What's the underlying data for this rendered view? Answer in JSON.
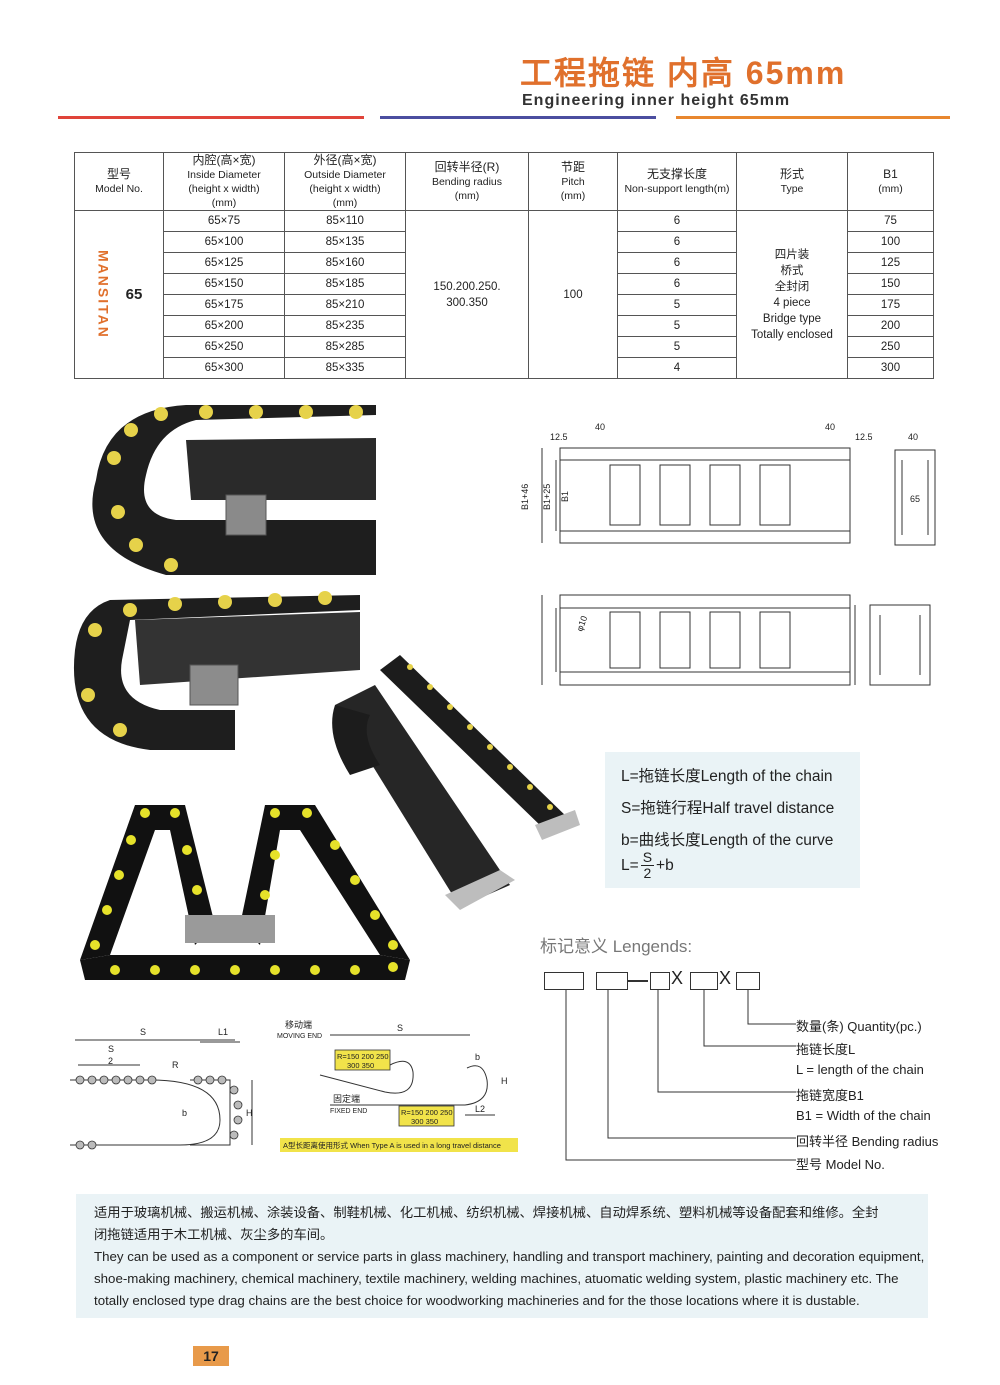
{
  "header": {
    "title_cn": "工程拖链  内高 65mm",
    "title_en": "Engineering inner height 65mm",
    "line_colors": [
      "#e0443a",
      "#4b4ea0",
      "#e8872e"
    ]
  },
  "table": {
    "headers": [
      {
        "cn": "型号",
        "en": "Model No.",
        "en2": ""
      },
      {
        "cn": "内腔(高×宽)",
        "en": "Inside Diameter",
        "en2": "(height x width)",
        "en3": "(mm)"
      },
      {
        "cn": "外径(高×宽)",
        "en": "Outside Diameter",
        "en2": "(height x width)",
        "en3": "(mm)"
      },
      {
        "cn": "回转半径(R)",
        "en": "Bending radius",
        "en2": "(mm)"
      },
      {
        "cn": "节距",
        "en": "Pitch",
        "en2": "(mm)"
      },
      {
        "cn": "无支撑长度",
        "en": "Non-support length(m)",
        "en2": ""
      },
      {
        "cn": "形式",
        "en": "Type",
        "en2": ""
      },
      {
        "cn": "B1",
        "en": "(mm)",
        "en2": ""
      }
    ],
    "brand": "MANSITAN",
    "model": "65",
    "bending_radius": [
      "150.200.250.",
      "300.350"
    ],
    "pitch": "100",
    "type_lines": [
      "四片装",
      "桥式",
      "全封闭",
      "4 piece",
      "Bridge type",
      "Totally enclosed"
    ],
    "rows": [
      {
        "inside": "65×75",
        "outside": "85×110",
        "support": "6",
        "b1": "75"
      },
      {
        "inside": "65×100",
        "outside": "85×135",
        "support": "6",
        "b1": "100"
      },
      {
        "inside": "65×125",
        "outside": "85×160",
        "support": "6",
        "b1": "125"
      },
      {
        "inside": "65×150",
        "outside": "85×185",
        "support": "6",
        "b1": "150"
      },
      {
        "inside": "65×175",
        "outside": "85×210",
        "support": "5",
        "b1": "175"
      },
      {
        "inside": "65×200",
        "outside": "85×235",
        "support": "5",
        "b1": "200"
      },
      {
        "inside": "65×250",
        "outside": "85×285",
        "support": "5",
        "b1": "250"
      },
      {
        "inside": "65×300",
        "outside": "85×335",
        "support": "4",
        "b1": "300"
      }
    ]
  },
  "formulas": {
    "l": "L=拖链长度Length of the chain",
    "s": "S=拖链行程Half travel distance",
    "b": "b=曲线长度Length of the curve",
    "eq_left": "L=",
    "eq_num": "S",
    "eq_den": "2",
    "eq_right": "+b"
  },
  "legend": {
    "title": "标记意义 Lengends:",
    "items": [
      "数量(条) Quantity(pc.)",
      "拖链长度L",
      "L = length of the chain",
      "拖链宽度B1",
      "B1 = Width of the chain",
      "回转半径 Bending radius",
      "型号 Model No."
    ]
  },
  "drawings": {
    "dims": [
      "12.5",
      "40",
      "40",
      "12.5",
      "40",
      "65",
      "B1+46",
      "B1+25",
      "B1",
      "φ10"
    ],
    "diagram_left": {
      "s": "S",
      "s2": "S",
      "two": "2",
      "l1": "L1",
      "r": "R",
      "b": "b",
      "h": "H"
    },
    "diagram_right": {
      "moving_cn": "移动端",
      "moving_en": "MOVING END",
      "fixed_cn": "固定端",
      "fixed_en": "FIXED END",
      "r_label_1": "R=150 200 250",
      "r_label_2": "300 350",
      "s": "S",
      "l2": "L2",
      "b": "b",
      "h": "H",
      "note": "A型长距离使用形式  When Type A is used in a long travel distance"
    }
  },
  "description": {
    "cn1": "适用于玻璃机械、搬运机械、涂装设备、制鞋机械、化工机械、纺织机械、焊接机械、自动焊系统、塑料机械等设备配套和维修。全封",
    "cn2": "闭拖链适用于木工机械、灰尘多的车间。",
    "en1": "They can be used as a component or service parts in glass machinery, handling and transport machinery, painting and decoration equipment,",
    "en2": "shoe-making machinery, chemical machinery, textile machinery, welding machines, atuomatic welding system, plastic machinery etc. The",
    "en3": "totally enclosed type drag chains are the best choice for woodworking machineries and for the those locations where it is dustable."
  },
  "page_number": "17"
}
